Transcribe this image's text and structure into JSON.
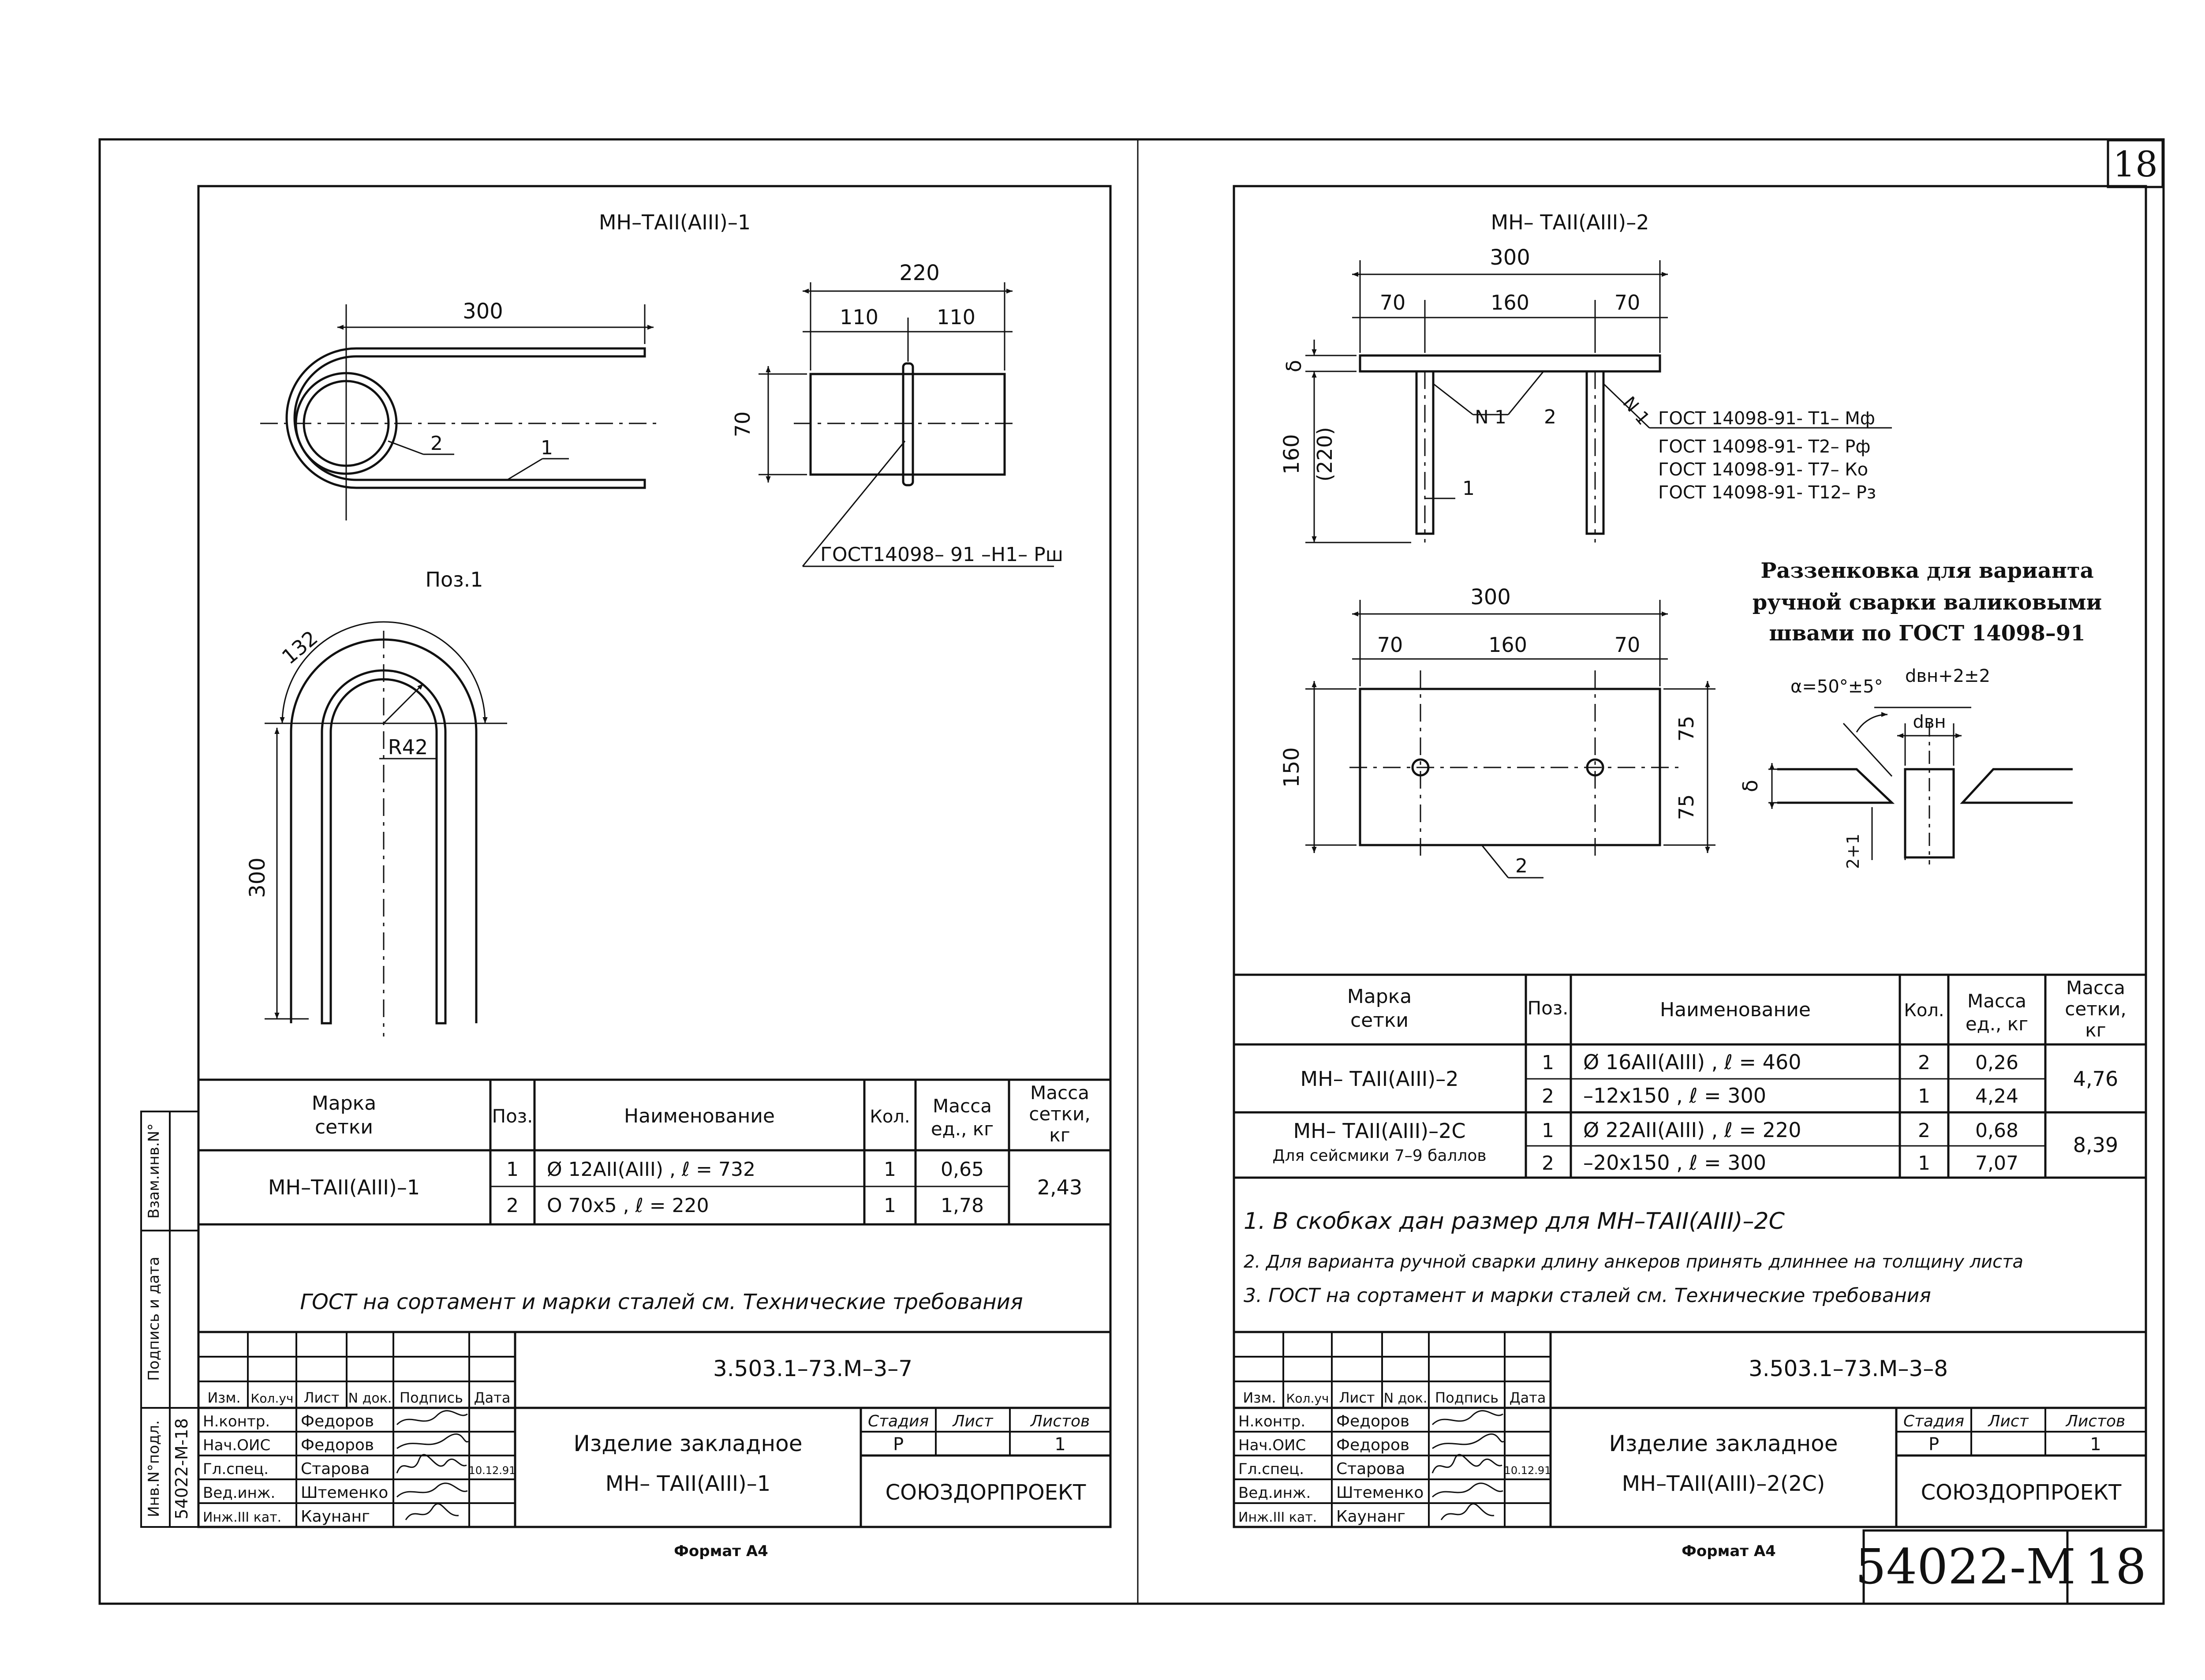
{
  "sheet_number": "18",
  "album_code": "54022-M",
  "format_label": "Формат А4",
  "left_sheet": {
    "assembly_title": "МН–ТАII(АIII)–1",
    "pos_label": "Поз.1",
    "front_dims": {
      "length": "300",
      "mark_bar": "1",
      "mark_ring": "2"
    },
    "side_dims": {
      "total": "220",
      "half_left": "110",
      "half_right": "110",
      "height": "70"
    },
    "weld_note": "ГОСТ14098– 91 –Н1– Рш",
    "bent_bar": {
      "arc": "132",
      "radius": "R42",
      "leg": "300"
    },
    "table": {
      "headers": {
        "mark": "Марка\nсетки",
        "pos": "Поз.",
        "name": "Наименование",
        "qty": "Кол.",
        "unit_mass": "Масса\nед., кг",
        "set_mass": "Масса\nсетки,\nкг"
      },
      "rows": [
        {
          "mark": "МН–ТАII(АIII)–1",
          "pos": "1",
          "name": "Ø 12АII(АIII) ,  ℓ =  732",
          "qty": "1",
          "unit_mass": "0,65",
          "set_mass": "2,43"
        },
        {
          "mark": "",
          "pos": "2",
          "name": "О 70х5 ,    ℓ = 220",
          "qty": "1",
          "unit_mass": "1,78",
          "set_mass": ""
        }
      ]
    },
    "notes": [
      "ГОСТ на сортамент и марки сталей см. Технические требования"
    ],
    "stamp": {
      "doc_code": "3.503.1–73.М–3–7",
      "item_name": "Изделие закладное",
      "item_mark": "МН– ТАII(АIII)–1",
      "org": "СОЮЗДОРПРОЕКТ",
      "stage_label": "Стадия",
      "sheet_label": "Лист",
      "sheets_label": "Листов",
      "stage": "Р",
      "sheet": "",
      "sheets": "1",
      "col_headers": [
        "Изм.",
        "Кол.уч",
        "Лист",
        "N док.",
        "Подпись",
        "Дата"
      ],
      "roles": [
        {
          "role": "Н.контр.",
          "name": "Федоров",
          "date": ""
        },
        {
          "role": "Нач.ОИС",
          "name": "Федоров",
          "date": ""
        },
        {
          "role": "Гл.спец.",
          "name": "Старова",
          "date": "10.12.91"
        },
        {
          "role": "Вед.инж.",
          "name": "Штеменко",
          "date": ""
        },
        {
          "role": "Инж.III кат.",
          "name": "Каунанг",
          "date": ""
        }
      ]
    },
    "side_strip": {
      "inv_sub": "Инв.N°подл.",
      "inv_sub_val": "54022-М-18",
      "sign_date": "Подпись и дата",
      "inv_rep": "Взам.инв.N°"
    }
  },
  "right_sheet": {
    "assembly_title": "МН– ТАII(АIII)–2",
    "elev_dims": {
      "total": "300",
      "left": "70",
      "middle": "160",
      "right": "70",
      "delta": "δ",
      "height": "160",
      "height_alt": "(220)",
      "weld_n1a": "N 1",
      "weld_n1b": "N 1",
      "mark_bar": "1",
      "mark_plate": "2"
    },
    "gost_list": [
      "ГОСТ 14098-91- Т1– Мф",
      "ГОСТ 14098-91- Т2– Рф",
      "ГОСТ 14098-91- Т7– Ко",
      "ГОСТ 14098-91- Т12– Рз"
    ],
    "plan_dims": {
      "total": "300",
      "left": "70",
      "middle": "160",
      "right": "70",
      "width": "150",
      "half_top": "75",
      "half_bottom": "75",
      "mark_plate": "2"
    },
    "countersink_title": [
      "Раззенковка для варианта",
      "ручной сварки валиковыми",
      "швами по ГОСТ 14098–91"
    ],
    "countersink": {
      "alpha": "α=50°±5°",
      "dh": "dвн+2±2",
      "d": "dвн",
      "delta": "δ",
      "gap": "2+1"
    },
    "table": {
      "headers": {
        "mark": "Марка\nсетки",
        "pos": "Поз.",
        "name": "Наименование",
        "qty": "Кол.",
        "unit_mass": "Масса\nед., кг",
        "set_mass": "Масса\nсетки,\nкг"
      },
      "rows": [
        {
          "mark": "МН– ТАII(АIII)–2",
          "mark2": "",
          "pos": "1",
          "name": "Ø 16АII(АIII) ,  ℓ = 460",
          "qty": "2",
          "unit_mass": "0,26",
          "set_mass": "4,76"
        },
        {
          "mark": "",
          "mark2": "",
          "pos": "2",
          "name": "–12х150 ,   ℓ = 300",
          "qty": "1",
          "unit_mass": "4,24",
          "set_mass": ""
        },
        {
          "mark": "МН– ТАII(АIII)–2С",
          "mark2": "Для сейсмики 7–9 баллов",
          "pos": "1",
          "name": "Ø 22АII(АIII) ,  ℓ = 220",
          "qty": "2",
          "unit_mass": "0,68",
          "set_mass": "8,39"
        },
        {
          "mark": "",
          "mark2": "",
          "pos": "2",
          "name": "–20х150 ,   ℓ = 300",
          "qty": "1",
          "unit_mass": "7,07",
          "set_mass": ""
        }
      ]
    },
    "notes": [
      "1. В скобках дан размер для МН–ТАII(АIII)–2С",
      "2. Для варианта ручной сварки длину анкеров принять длиннее на толщину листа",
      "3. ГОСТ на сортамент и марки сталей см. Технические требования"
    ],
    "stamp": {
      "doc_code": "3.503.1–73.М–3–8",
      "item_name": "Изделие закладное",
      "item_mark": "МН–ТАII(АIII)–2(2С)",
      "org": "СОЮЗДОРПРОЕКТ",
      "stage_label": "Стадия",
      "sheet_label": "Лист",
      "sheets_label": "Листов",
      "stage": "Р",
      "sheet": "",
      "sheets": "1",
      "col_headers": [
        "Изм.",
        "Кол.уч",
        "Лист",
        "N док.",
        "Подпись",
        "Дата"
      ],
      "roles": [
        {
          "role": "Н.контр.",
          "name": "Федоров",
          "date": ""
        },
        {
          "role": "Нач.ОИС",
          "name": "Федоров",
          "date": ""
        },
        {
          "role": "Гл.спец.",
          "name": "Старова",
          "date": "10.12.91"
        },
        {
          "role": "Вед.инж.",
          "name": "Штеменко",
          "date": ""
        },
        {
          "role": "Инж.III кат.",
          "name": "Каунанг",
          "date": ""
        }
      ]
    }
  },
  "colors": {
    "ink": "#111111",
    "paper": "#ffffff"
  }
}
